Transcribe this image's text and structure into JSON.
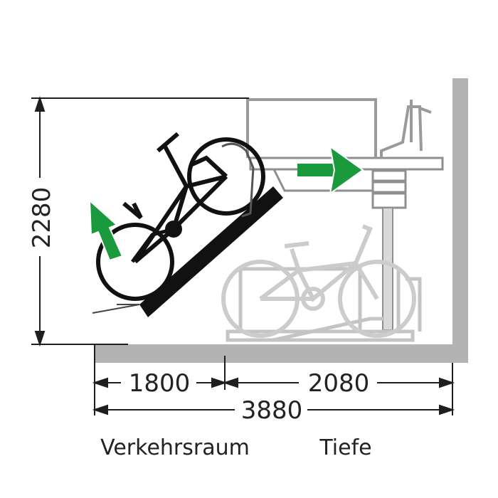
{
  "dimensions": {
    "height": "2280",
    "verkehrsraum": "1800",
    "tiefe": "2080",
    "total": "3880"
  },
  "captions": {
    "left": "Verkehrsraum",
    "right": "Tiefe"
  },
  "colors": {
    "structure": "#b8b8b8",
    "structure_dark": "#8a8a8a",
    "dim_line": "#1e1e1e",
    "arrow": "#1a9a3c",
    "bike_dark": "#111111",
    "bike_light": "#c9c9c9"
  }
}
